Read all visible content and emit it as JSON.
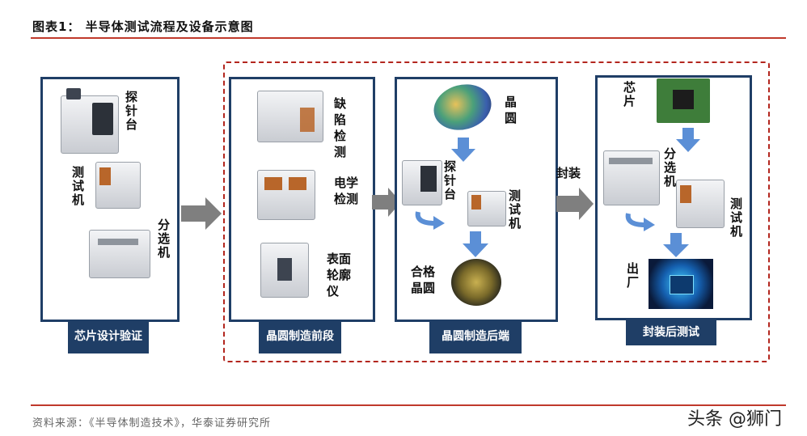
{
  "title": "图表1： 半导体测试流程及设备示意图",
  "source": "资料来源：《半导体制造技术》，华泰证券研究所",
  "watermark": "头条 @狮门",
  "stages": [
    {
      "label": "芯片设计验证",
      "items": [
        "探针台",
        "测试机",
        "分选机"
      ]
    },
    {
      "label": "晶圆制造前段",
      "items": [
        "缺陷检测",
        "电学检测",
        "表面轮廓仪"
      ]
    },
    {
      "label": "晶圆制造后端",
      "items": [
        "晶圆",
        "探针台",
        "测试机",
        "合格晶圆"
      ]
    },
    {
      "label": "封装后测试",
      "items": [
        "芯片",
        "分选机",
        "测试机",
        "出厂"
      ]
    }
  ],
  "connector_label": "封装",
  "colors": {
    "frame": "#1f3e66",
    "accent_rule": "#c0392b",
    "dashed": "#b3261e",
    "flow_arrow": "#5b8fd6",
    "gray_arrow": "#7f7f7f"
  }
}
